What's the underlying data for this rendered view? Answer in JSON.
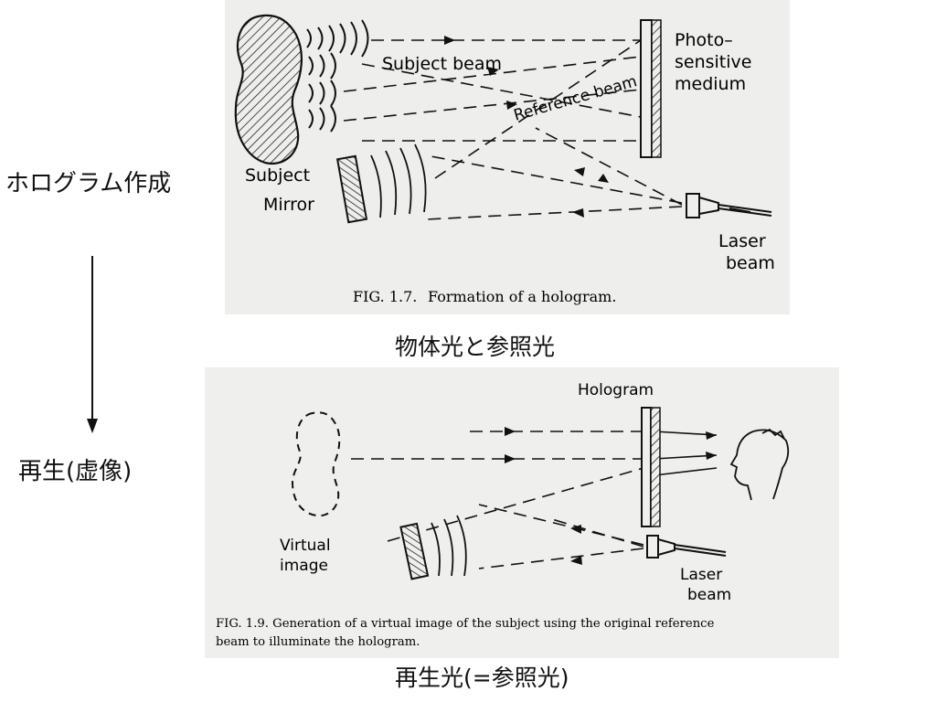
{
  "side_labels": {
    "formation": "ホログラム作成",
    "reconstruction": "再生(虚像)"
  },
  "captions": {
    "top": "物体光と参照光",
    "bottom": "再生光(=参照光)"
  },
  "figure_top": {
    "subject_beam": "Subject beam",
    "reference_beam": "Reference beam",
    "photo_1": "Photo–",
    "photo_2": "sensitive",
    "photo_3": "medium",
    "subject": "Subject",
    "mirror": "Mirror",
    "laser_1": "Laser",
    "laser_2": "beam",
    "fig_label": "FIG. 1.7.",
    "fig_text": "Formation of a hologram."
  },
  "figure_bottom": {
    "hologram": "Hologram",
    "virtual_1": "Virtual",
    "virtual_2": "image",
    "laser_1": "Laser",
    "laser_2": "beam",
    "fig_line1": "FIG. 1.9.   Generation of a virtual image of the subject using the original reference",
    "fig_line2": "beam to illuminate the hologram."
  }
}
